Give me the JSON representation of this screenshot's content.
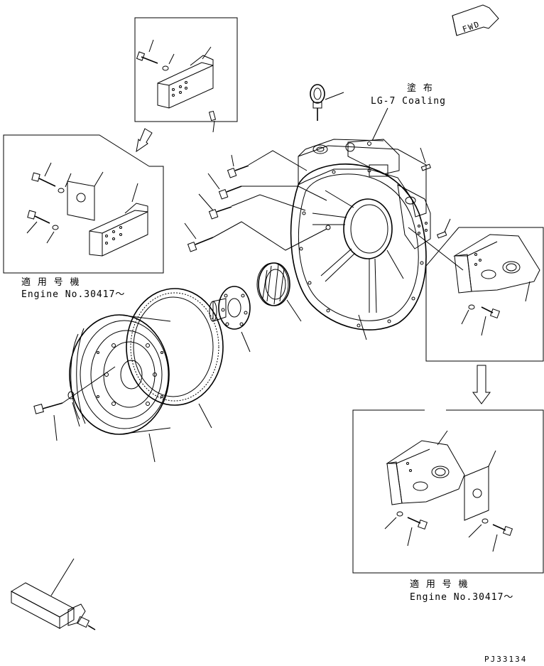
{
  "diagram": {
    "coating_label_jp": "塗 布",
    "coating_label": "LG-7 Coaling",
    "applicable_jp_left": "適 用 号 機",
    "applicable_left": "Engine No.30417～",
    "applicable_jp_right": "適 用 号 機",
    "applicable_right": "Engine No.30417～",
    "fwd_label": "FWD",
    "drawing_id": "PJ33134"
  },
  "parts": [
    "flywheel-housing",
    "eye-bolt",
    "dowel-pin",
    "housing-bolt",
    "oil-seal",
    "hub",
    "ring-gear",
    "flywheel",
    "flywheel-bolt",
    "washer",
    "bracket-left",
    "plate-left",
    "bracket-right",
    "plate-right",
    "puller-tool"
  ]
}
